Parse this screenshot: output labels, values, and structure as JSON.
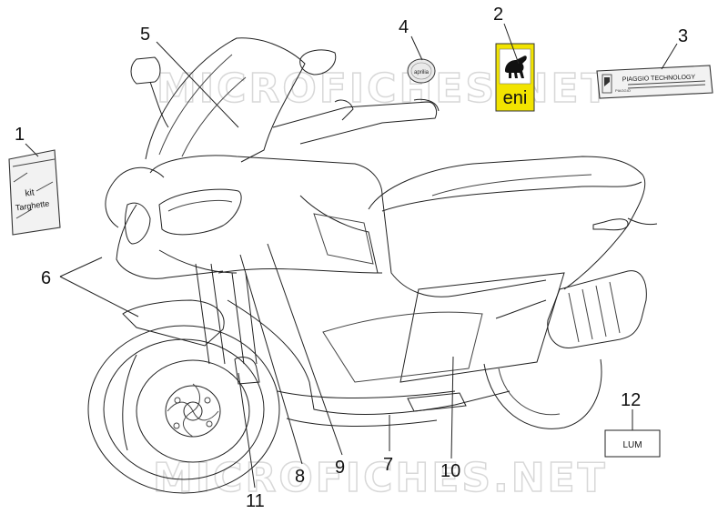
{
  "watermark": "MICROFICHES.NET",
  "callouts": [
    "1",
    "2",
    "3",
    "4",
    "5",
    "6",
    "7",
    "8",
    "9",
    "10",
    "11",
    "12"
  ],
  "stickers": {
    "kit_line1": "kit",
    "kit_line2": "Targhette",
    "aprilia_badge": "aprilia",
    "eni_text": "eni",
    "piaggio_text": "PIAGGIO TECHNOLOGY",
    "piaggio_small": "PIAGGIO",
    "lum_text": "LUM"
  },
  "colors": {
    "eni_yellow": "#f2e400",
    "line": "#222222"
  }
}
